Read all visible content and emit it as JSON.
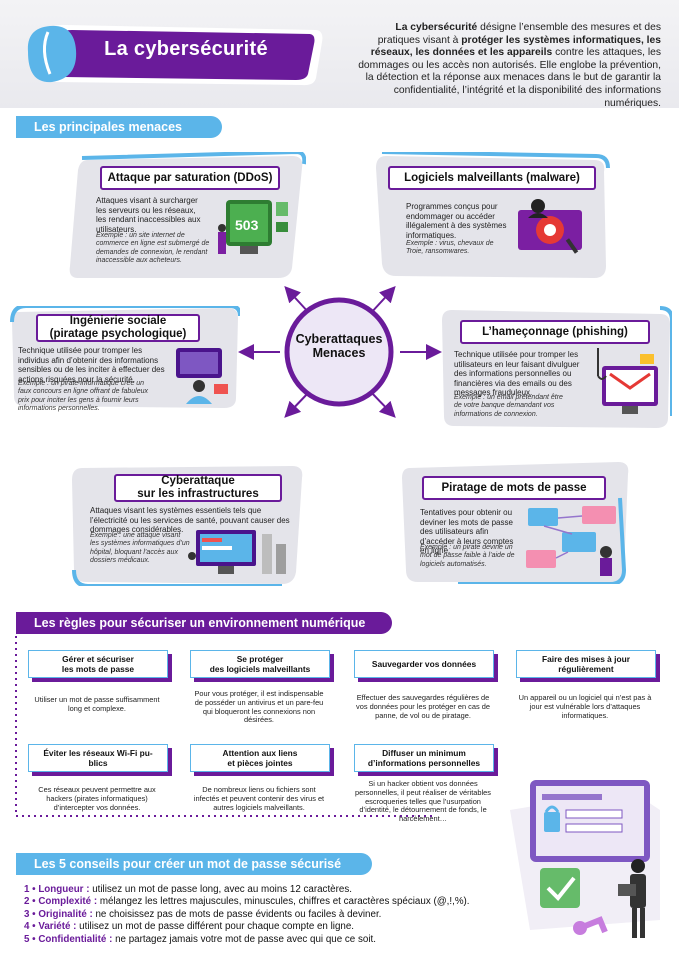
{
  "title": "La cybersécurité",
  "intro": {
    "lead": "La cybersécurité",
    "p1": " désigne l’ensemble des mesures et des pratiques visant à ",
    "strong": "protéger les systèmes informatiques, les réseaux, les données et les appareils",
    "p2": " contre les attaques, les dommages ou les accès non autorisés. Elle englobe la prévention, la détection et la réponse aux menaces dans le but de garantir la confidentialité, l’intégrité et la disponibilité des informations numériques."
  },
  "sections": {
    "threats": "Les principales menaces",
    "rules": "Les règles pour sécuriser un  environnement numérique",
    "tips": "Les 5 conseils pour créer un mot de passe sécurisé"
  },
  "hub": {
    "line1": "Cyberattaques",
    "line2": "Menaces"
  },
  "threats": [
    {
      "title": "Attaque par saturation (DDoS)",
      "desc": "Attaques visant à surcharger les serveurs ou les réseaux, les rendant inaccessibles aux utilisateurs.",
      "example": "Exemple : un site internet de commerce en ligne est submergé de demandes de connexion, le rendant inaccessible aux acheteurs.",
      "screen": "503"
    },
    {
      "title": "Logiciels malveillants (malware)",
      "desc": "Programmes conçus pour endommager ou accéder illégalement à des systèmes informatiques.",
      "example": "Exemple : virus, chevaux de Troie, ransomwares."
    },
    {
      "title_l1": "Ingénierie sociale",
      "title_l2": "(piratage psychologique)",
      "desc": "Technique utilisée pour tromper les individus afin d’obtenir des informations sensibles ou de les inciter à effectuer des actions risquées pour la sécurité.",
      "example": "Exemple : un pirate informatique crée un faux concours en ligne offrant de fabuleux prix pour inciter les gens à fournir leurs informations personnelles."
    },
    {
      "title": "L’hameçonnage (phishing)",
      "desc": "Technique utilisée pour tromper les utilisateurs en leur faisant divulguer des informations personnelles ou financières via des emails ou des messages frauduleux.",
      "example": "Exemple : un email prétendant être de votre banque demandant vos informations de connexion."
    },
    {
      "title_l1": "Cyberattaque",
      "title_l2": "sur les infrastructures",
      "desc": "Attaques visant les systèmes essentiels tels que l’électricité ou les services de santé, pouvant causer des dommages considérables.",
      "example": "Exemple : une attaque visant les systèmes informatiques d’un hôpital, bloquant l’accès aux dossiers médicaux."
    },
    {
      "title": "Piratage de mots de passe",
      "desc": "Tentatives pour obtenir ou deviner les mots de passe des utilisateurs afin d’accéder à leurs comptes en ligne.",
      "example": "Exemple : un pirate devine un mot de passe faible à l’aide de logiciels automatisés."
    }
  ],
  "rules": [
    {
      "t1": "Gérer et sécuriser",
      "t2": "les mots de passe",
      "body": "Utiliser un mot de passe suffisamment long et complexe."
    },
    {
      "t1": "Se protéger",
      "t2": "des logiciels malveillants",
      "body": "Pour vous protéger, il est indispensable de posséder un antivirus et un pare-feu qui bloqueront les connexions non désirées."
    },
    {
      "t1": "Sauvegarder vos données",
      "t2": "",
      "body": "Effectuer des sauvegardes régulières de vos données pour les protéger en cas de panne, de vol ou de piratage."
    },
    {
      "t1": "Faire des mises à jour",
      "t2": "régulièrement",
      "body": "Un appareil ou un logiciel qui n’est pas à jour est vulnérable lors d’attaques informatiques."
    },
    {
      "t1": "Éviter les réseaux Wi-Fi pu-",
      "t2": "blics",
      "body": "Ces réseaux peuvent permettre aux hackers (pirates informatiques) d’intercepter vos données."
    },
    {
      "t1": "Attention aux liens",
      "t2": "et pièces jointes",
      "body": "De nombreux liens ou fichiers sont infectés et peuvent contenir des virus et autres logiciels malveillants."
    },
    {
      "t1": "Diffuser un minimum",
      "t2": "d’informations personnelles",
      "body": "Si un hacker obtient vos données personnelles, il peut réaliser de véritables escroqueries telles que l’usurpation d’identité, le détournement de fonds, le harcèlement…"
    }
  ],
  "tips": [
    {
      "num": "1 • ",
      "key": "Longueur :",
      "text": " utilisez un mot de passe long, avec au moins 12 caractères."
    },
    {
      "num": "2 • ",
      "key": "Complexité :",
      "text": " mélangez les lettres majuscules, minuscules, chiffres et caractères spéciaux (@,!,%)."
    },
    {
      "num": "3 • ",
      "key": "Originalité :",
      "text": " ne choisissez pas de mots de passe évidents ou faciles à deviner."
    },
    {
      "num": "4 • ",
      "key": "Variété :",
      "text": " utilisez un mot de passe différent pour chaque compte en ligne."
    },
    {
      "num": "5 • ",
      "key": "Confidentialité :",
      "text": " ne partagez jamais votre mot de passe avec qui que ce soit."
    }
  ],
  "colors": {
    "purple": "#6a1b9a",
    "blue": "#5bb5e9",
    "card": "#e4e4ea"
  }
}
